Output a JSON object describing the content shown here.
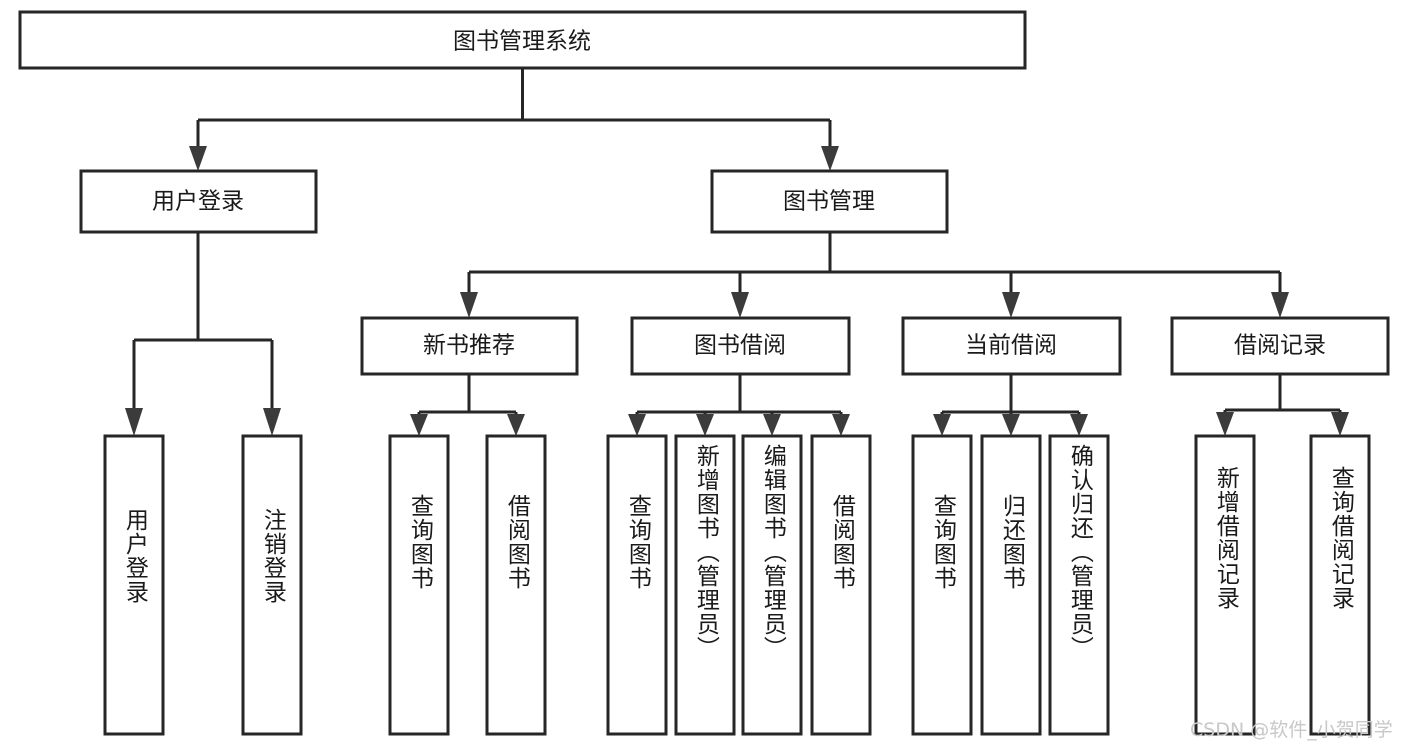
{
  "diagram": {
    "type": "tree",
    "title": "图书管理系统",
    "orientation": "top-down",
    "colors": {
      "stroke": "#262626",
      "fill": "#ffffff",
      "text": "#1a1a1a",
      "arrow": "#3b3b3b",
      "watermark": "#c8c8c8"
    },
    "root": {
      "label": "图书管理系统"
    },
    "level2": [
      {
        "label": "用户登录"
      },
      {
        "label": "图书管理"
      }
    ],
    "level3": [
      {
        "label": "新书推荐"
      },
      {
        "label": "图书借阅"
      },
      {
        "label": "当前借阅"
      },
      {
        "label": "借阅记录"
      }
    ],
    "leaves": {
      "user_login": [
        {
          "label": "用户登录"
        },
        {
          "label": "注销登录"
        }
      ],
      "new_book_recommend": [
        {
          "label": "查询图书"
        },
        {
          "label": "借阅图书"
        }
      ],
      "book_borrow": [
        {
          "label": "查询图书"
        },
        {
          "label": "新增图书（管理员）"
        },
        {
          "label": "编辑图书（管理员）"
        },
        {
          "label": "借阅图书"
        }
      ],
      "current_borrow": [
        {
          "label": "查询图书"
        },
        {
          "label": "归还图书"
        },
        {
          "label": "确认归还（管理员）"
        }
      ],
      "borrow_record": [
        {
          "label": "新增借阅记录"
        },
        {
          "label": "查询借阅记录"
        }
      ]
    }
  },
  "watermark": {
    "text": "CSDN @软件_小贺同学"
  }
}
